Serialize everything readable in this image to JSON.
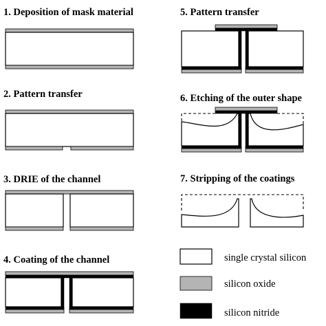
{
  "steps": [
    {
      "number": "1.",
      "title": "Deposition of mask material"
    },
    {
      "number": "2.",
      "title": "Pattern transfer"
    },
    {
      "number": "3.",
      "title": "DRIE of the channel"
    },
    {
      "number": "4.",
      "title": "Coating of the channel"
    },
    {
      "number": "5.",
      "title": "Pattern transfer"
    },
    {
      "number": "6.",
      "title": "Etching of the outer shape"
    },
    {
      "number": "7.",
      "title": "Stripping of the coatings"
    }
  ],
  "legend": [
    {
      "label": "single crystal silicon",
      "material": "silicon",
      "color": "#ffffff"
    },
    {
      "label": "silicon oxide",
      "material": "oxide",
      "color": "#b4b4b4"
    },
    {
      "label": "silicon nitride",
      "material": "nitride",
      "color": "#000000"
    }
  ]
}
